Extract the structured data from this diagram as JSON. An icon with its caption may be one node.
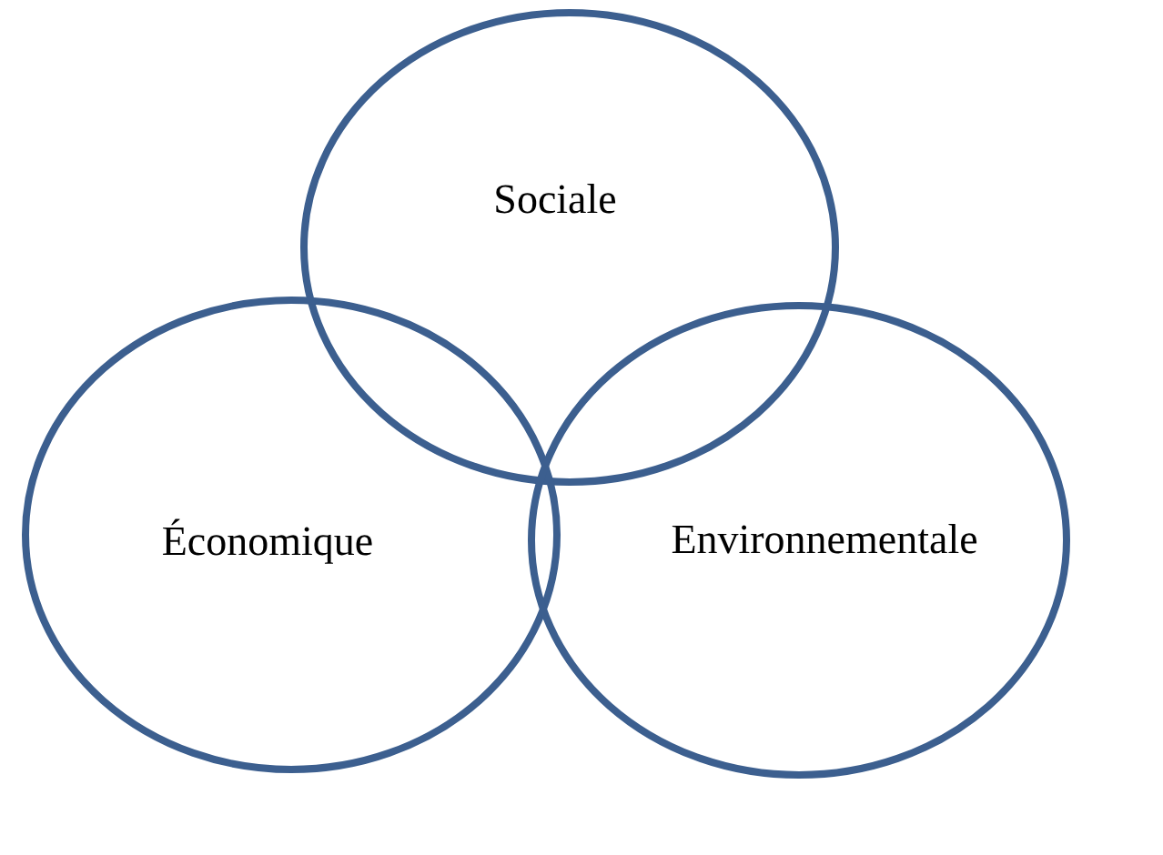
{
  "diagram": {
    "nodes": [
      {
        "text": [
          "Sociale"
        ]
      },
      {
        "text": [
          "Économique"
        ]
      },
      {
        "text": [
          "Environnementale"
        ]
      }
    ]
  }
}
